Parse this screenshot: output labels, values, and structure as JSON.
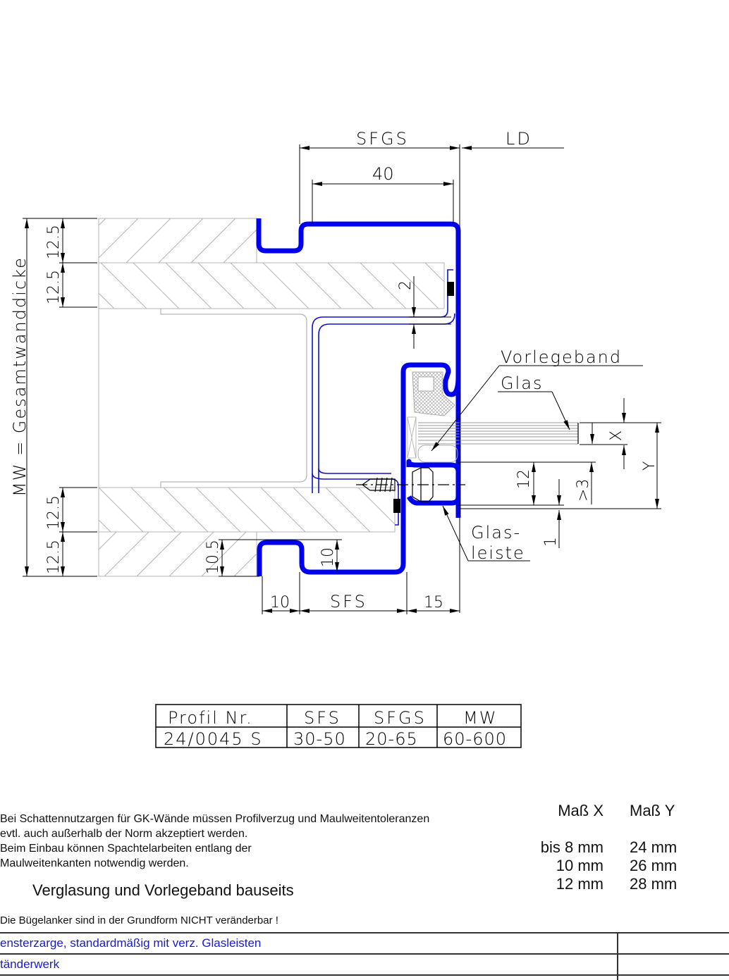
{
  "drawing": {
    "title": "Profile cross-section drawing",
    "dimensions": {
      "top_sfgs": "SFGS",
      "top_ld": "LD",
      "top_40": "40",
      "left_total": "MW = Gesamtwanddicke",
      "left_layers": [
        "12.5",
        "12.5",
        "12.5",
        "12.5"
      ],
      "dim_2": "2",
      "dim_12": "12",
      "dim_ge3": ">3",
      "dim_1": "1",
      "dim_x": "X",
      "dim_y": "Y",
      "dim_10_5": "10.5",
      "dim_10_vert": "10",
      "bottom_10": "10",
      "bottom_sfs": "SFS",
      "bottom_15": "15"
    },
    "labels": {
      "vorlegeband": "Vorlegeband",
      "glas": "Glas",
      "glasleiste_1": "Glas-",
      "glasleiste_2": "leiste"
    },
    "colors": {
      "profile": "#0000ee",
      "line": "#000000",
      "hatch": "#b4b4b4"
    }
  },
  "profile_table": {
    "headers": [
      "Profil Nr.",
      "SFS",
      "SFGS",
      "MW"
    ],
    "rows": [
      [
        "24/0045 S",
        "30-50",
        "20-65",
        "60-600"
      ]
    ]
  },
  "notes": {
    "line1": "Bei Schattennutzargen für GK-Wände müssen Profilverzug und Maulweitentoleranzen",
    "line2": "evtl. auch außerhalb der Norm akzeptiert werden.",
    "line3": "Beim Einbau können Spachtelarbeiten entlang der",
    "line4": "Maulweitenkanten notwendig werden.",
    "glazing": "Verglasung und Vorlegeband bauseits",
    "anchor_warning": "Die Bügelanker sind in der Grundform NICHT veränderbar !"
  },
  "mass_table": {
    "header_x": "Maß X",
    "header_y": "Maß Y",
    "x_values": [
      "bis 8 mm",
      "10 mm",
      "12 mm"
    ],
    "y_values": [
      "24 mm",
      "26 mm",
      "28 mm"
    ]
  },
  "bottom_table": {
    "rows": [
      {
        "label": "ensterzarge, standardmäßig mit verz. Glasleisten",
        "value": ""
      },
      {
        "label": "tänderwerk",
        "value": ""
      }
    ]
  }
}
